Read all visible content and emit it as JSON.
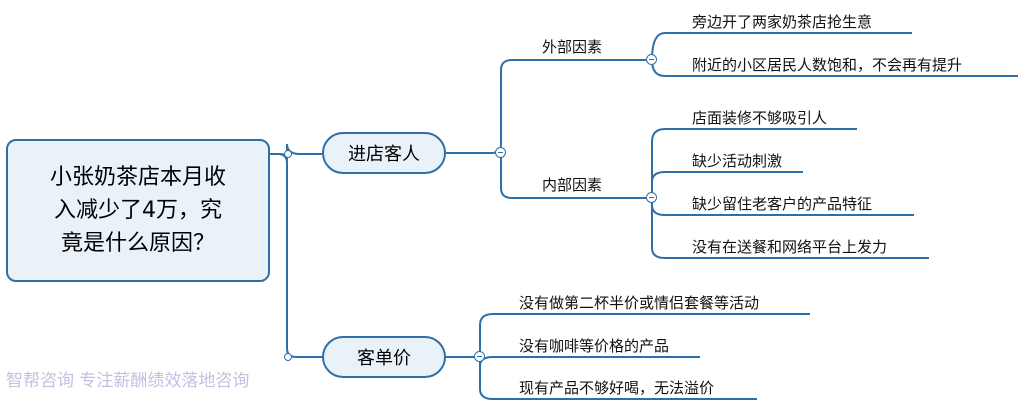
{
  "root": {
    "label_line1": "小张奶茶店本月收",
    "label_line2": "入减少了4万，究",
    "label_line3": "竟是什么原因？"
  },
  "branches": [
    {
      "label": "进店客人",
      "subgroups": [
        {
          "label": "外部因素",
          "items": [
            "旁边开了两家奶茶店抢生意",
            "附近的小区居民人数饱和，不会再有提升"
          ]
        },
        {
          "label": "内部因素",
          "items": [
            "店面装修不够吸引人",
            "缺少活动刺激",
            "缺少留住老客户的产品特征",
            "没有在送餐和网络平台上发力"
          ]
        }
      ]
    },
    {
      "label": "客单价",
      "items": [
        "没有做第二杯半价或情侣套餐等活动",
        "没有咖啡等价格的产品",
        "现有产品不够好喝，无法溢价"
      ]
    }
  ],
  "watermark": "智帮咨询 专注薪酬绩效落地咨询",
  "colors": {
    "line": "#2f6fa8",
    "node_fill": "#eaf2f9"
  }
}
